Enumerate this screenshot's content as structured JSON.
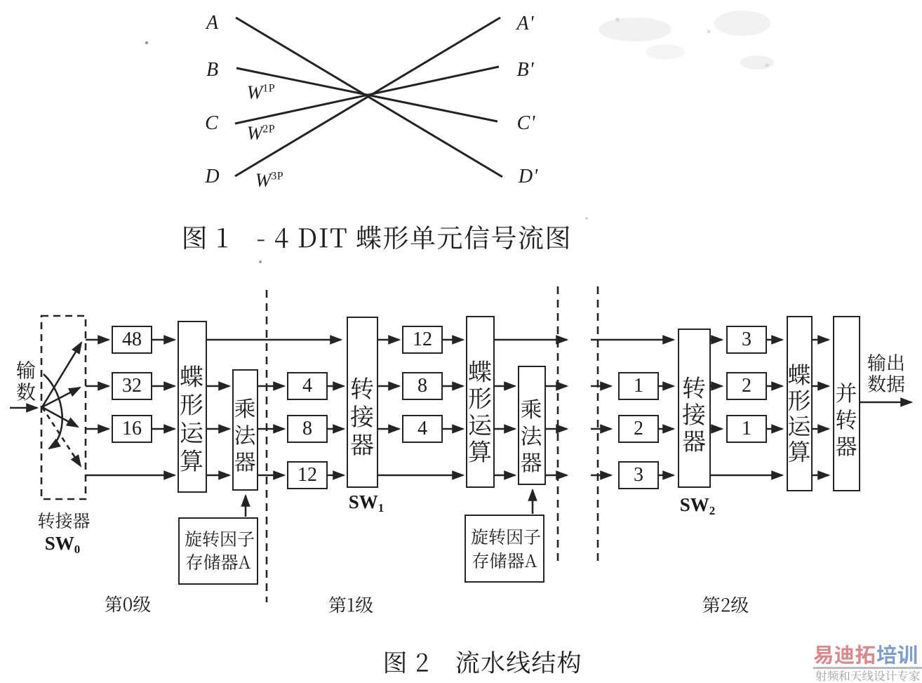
{
  "page": {
    "background": "#ffffff",
    "ink": "#1f1f1f"
  },
  "figure1": {
    "inputs": [
      "A",
      "B",
      "C",
      "D"
    ],
    "outputs": [
      "A'",
      "B'",
      "C'",
      "D'"
    ],
    "twiddle_labels": [
      {
        "base": "W",
        "sup": "1P"
      },
      {
        "base": "W",
        "sup": "2P"
      },
      {
        "base": "W",
        "sup": "3P"
      }
    ],
    "caption": "图 1　- 4 DIT 蝶形单元信号流图"
  },
  "figure2": {
    "input_label": "输数",
    "commutator_label": "转接器",
    "commutator_names": [
      {
        "base": "SW",
        "sub": "0"
      },
      {
        "base": "SW",
        "sub": "1"
      },
      {
        "base": "SW",
        "sub": "2"
      }
    ],
    "butterfly_label": "蝶形运算",
    "multiplier_label": "乘法器",
    "switch_label": "转接器",
    "output_converter_label": "并转器",
    "twiddle_memory": [
      "旋转因子",
      "存储器A"
    ],
    "delays": {
      "stage0_in": [
        "48",
        "32",
        "16"
      ],
      "stage1_in": [
        "4",
        "8",
        "12"
      ],
      "stage1_out": [
        "12",
        "8",
        "4"
      ],
      "stage2_in": [
        "1",
        "2",
        "3"
      ],
      "stage2_out": [
        "3",
        "2",
        "1"
      ]
    },
    "stage_labels": [
      "第0级",
      "第1级",
      "第2级"
    ],
    "output_label": [
      "输出",
      "数据"
    ],
    "caption": "图 2　流水线结构"
  },
  "watermark": {
    "brand_primary": "易迪拓",
    "brand_secondary": "培训",
    "tagline": "射频和天线设计专家",
    "color_primary": "#d9898d",
    "color_secondary": "#7f9fca",
    "color_tagline": "#9b9b9b"
  }
}
